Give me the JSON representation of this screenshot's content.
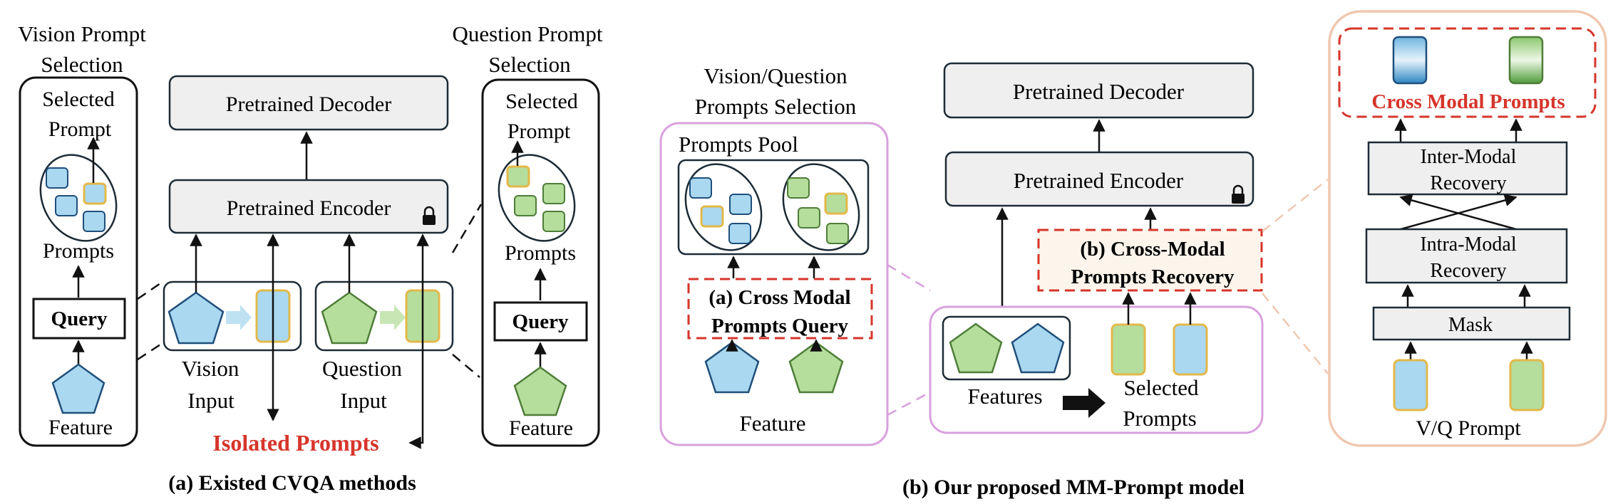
{
  "colors": {
    "blue_fill": "#a9d8f0",
    "blue_stroke": "#1f4f7a",
    "green_fill": "#b5dd9c",
    "green_stroke": "#4e7d38",
    "gold_stroke": "#e3b84a",
    "red": "#d6352b",
    "pink": "#d9a0de",
    "peach": "#efc8b0",
    "box_fill": "#efeff0",
    "box_stroke": "#1d2b36"
  },
  "left": {
    "vision_panel_title": [
      "Vision Prompt",
      "Selection"
    ],
    "vision_selected": [
      "Selected",
      "Prompt"
    ],
    "vision_prompts": "Prompts",
    "vision_query": "Query",
    "vision_feature": "Feature",
    "decoder": "Pretrained Decoder",
    "encoder": "Pretrained Encoder",
    "vision_input": [
      "Vision",
      "Input"
    ],
    "question_input": [
      "Question",
      "Input"
    ],
    "isolated": "Isolated Prompts",
    "question_panel_title": [
      "Question Prompt",
      "Selection"
    ],
    "question_selected": [
      "Selected",
      "Prompt"
    ],
    "question_prompts": "Prompts",
    "question_query": "Query",
    "question_feature": "Feature",
    "caption": "(a) Existed CVQA methods"
  },
  "right": {
    "vq_title": [
      "Vision/Question",
      "Prompts Selection"
    ],
    "pool": "Prompts Pool",
    "cmpq": [
      "(a) Cross Modal",
      "Prompts Query"
    ],
    "feature": "Feature",
    "decoder": "Pretrained Decoder",
    "encoder": "Pretrained Encoder",
    "cmpr": [
      "(b) Cross-Modal",
      "Prompts Recovery"
    ],
    "features": "Features",
    "selected": [
      "Selected",
      "Prompts"
    ],
    "cross_modal_prompts": "Cross Modal Prompts",
    "inter": [
      "Inter-Modal",
      "Recovery"
    ],
    "intra": [
      "Intra-Modal",
      "Recovery"
    ],
    "mask": "Mask",
    "vq_prompt": "V/Q Prompt",
    "caption": "(b) Our proposed MM-Prompt model"
  }
}
